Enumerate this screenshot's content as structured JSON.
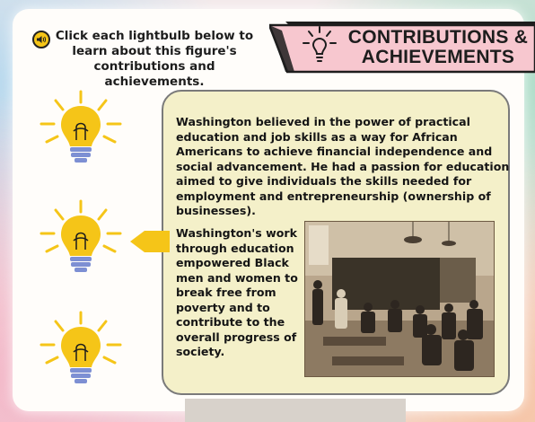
{
  "header": {
    "instructions": "Click each lightbulb below to learn about this figure's contributions and achievements.",
    "title_line1": "CONTRIBUTIONS &",
    "title_line2": "ACHIEVEMENTS",
    "title_icon": "lightbulb-icon",
    "audio_icon": "speaker-icon"
  },
  "lightbulbs": [
    {
      "icon": "lightbulb-icon"
    },
    {
      "icon": "lightbulb-icon"
    },
    {
      "icon": "lightbulb-icon"
    }
  ],
  "content": {
    "paragraph1": "Washington believed in the power of practical education and job skills as a way for African Americans to achieve financial independence and social advancement. He had a passion for education aimed to give individuals the skills needed for employment and entrepreneurship (ownership of businesses).",
    "paragraph2": "Washington's work through education empowered Black men and women to break free from poverty and to contribute to the overall progress of society.",
    "photo": "historical-classroom-photo"
  },
  "colors": {
    "accent_yellow": "#f5c518",
    "title_pink": "#f7c7cf",
    "content_bg": "#f4f0c9",
    "bulb_base": "#7d8fd3"
  }
}
